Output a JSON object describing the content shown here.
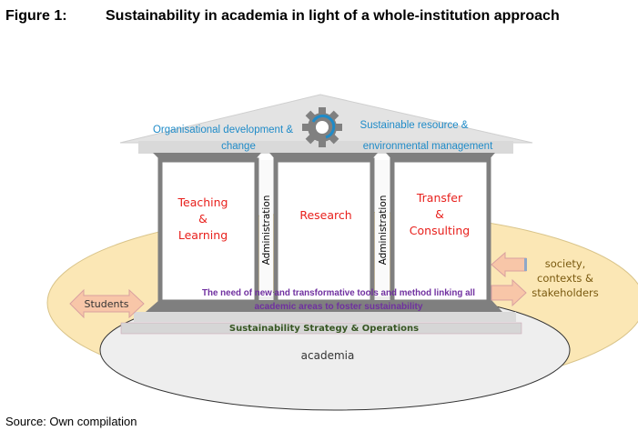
{
  "figure": {
    "number": "Figure 1:",
    "title": "Sustainability in academia in light of a whole-institution approach",
    "source": "Source: Own compilation"
  },
  "roof": {
    "left_label": [
      "Organisational development &",
      "change"
    ],
    "right_label": [
      "Sustainable resource &",
      "environmental management"
    ],
    "icon": "gear-icon"
  },
  "pillars": {
    "teaching": [
      "Teaching",
      "&",
      "Learning"
    ],
    "research": [
      "Research"
    ],
    "transfer": [
      "Transfer",
      "&",
      "Consulting"
    ],
    "administration": "Administration"
  },
  "base": {
    "linking_text": [
      "The need of new and transformative tools and method linking all",
      "academic areas to foster sustainability"
    ],
    "strategy": "Sustainability Strategy & Operations"
  },
  "context": {
    "academia": "academia",
    "students": "Students",
    "society": [
      "society,",
      "contexts &",
      "stakeholders"
    ]
  },
  "colors": {
    "outer": "#fbe7b5",
    "inner": "#eeeeee",
    "roof": "#d9d9d9",
    "pillar": "#7f7f7f",
    "blue": "#1f8bc8",
    "red": "#e8201c",
    "purple": "#7030a0",
    "green": "#375623",
    "arrow": "#f8c6a8"
  }
}
